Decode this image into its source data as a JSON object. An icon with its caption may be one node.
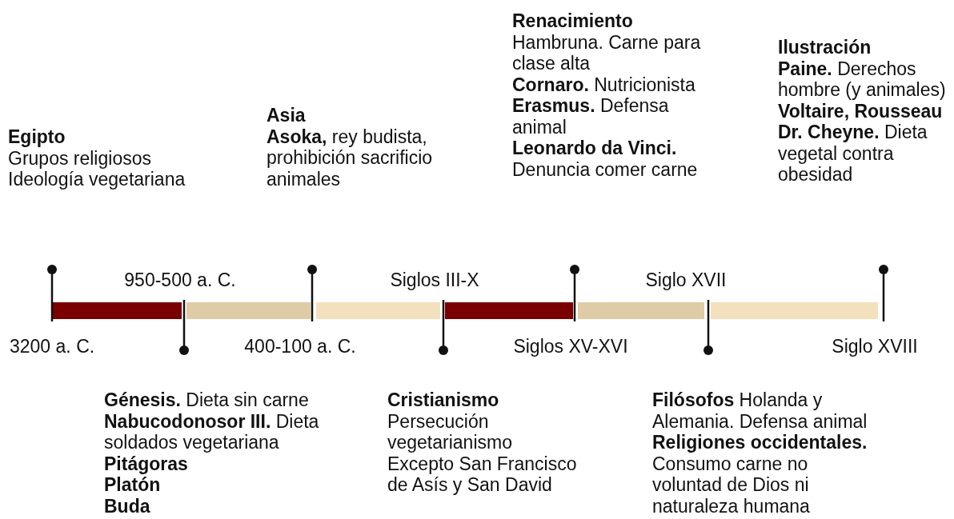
{
  "diagram": {
    "nodes": [
      {
        "text": [
          "Egipto",
          "Grupos religiosos",
          "Ideología vegetariana"
        ]
      },
      {
        "text": [
          "Asia",
          "**Asoka,** rey budista, prohibición sacrificio animales"
        ]
      },
      {
        "text": [
          "Renacimiento",
          "Hambruna. Carne para clase alta",
          "**Cornaro.** Nutricionista",
          "**Erasmus.** Defensa animal",
          "**Leonardo da Vinci.** Denuncia comer carne"
        ]
      },
      {
        "text": [
          "Ilustración",
          "**Paine.** Derechos hombre (y animales)",
          "**Voltaire, Rousseau**",
          "**Dr. Cheyne.** Dieta vegetal contra obesidad"
        ]
      },
      {
        "text": [
          "**Génesis.** Dieta sin carne",
          "**Nabucodonosor III.** Dieta soldados vegetariana",
          "**Pitágoras**",
          "**Platón**",
          "**Buda**"
        ]
      },
      {
        "text": [
          "Cristianismo",
          "Persecución vegetarianismo",
          "Excepto San Francisco de Asís y San David"
        ]
      },
      {
        "text": [
          "**Filósofos** Holanda y Alemania. Defensa animal",
          "**Religiones occidentales.**",
          "Consumo carne no voluntad de Dios ni naturaleza humana"
        ]
      }
    ],
    "labels": [
      "950-500 a. C.",
      "Siglos III-X",
      "Siglo XVII",
      "3200 a. C.",
      "400-100 a. C.",
      "Siglos XV-XVI",
      "Siglo XVIII"
    ]
  }
}
